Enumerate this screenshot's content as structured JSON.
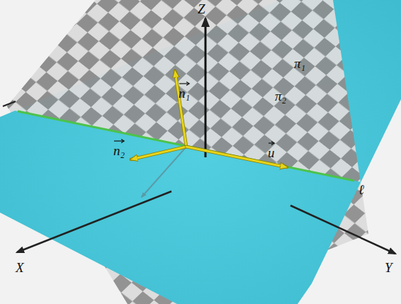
{
  "diagram": {
    "labels": [
      "Z",
      "π₁",
      "n₁",
      "π₂",
      "n₂",
      "u",
      "ℓ",
      "X",
      "Y"
    ]
  }
}
